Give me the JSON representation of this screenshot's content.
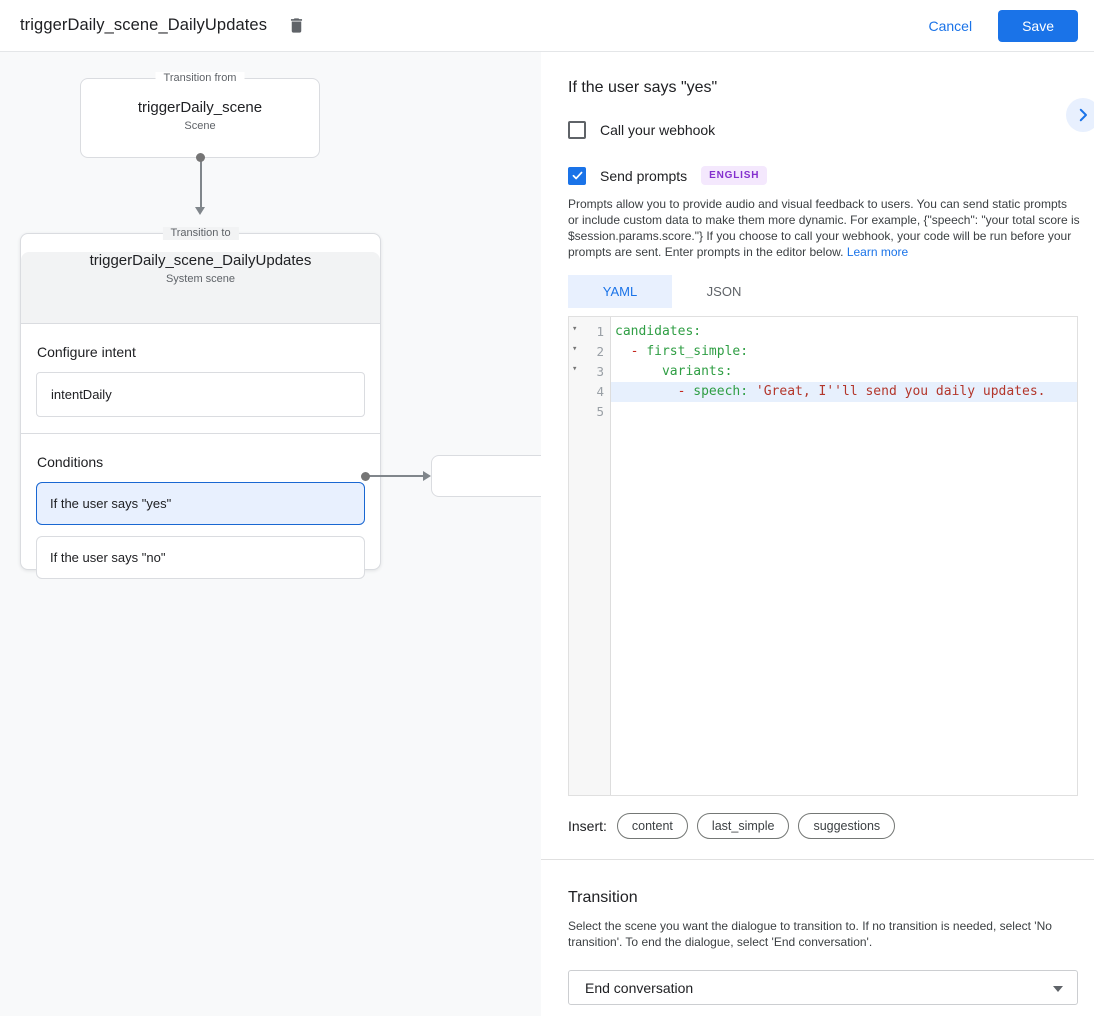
{
  "header": {
    "title": "triggerDaily_scene_DailyUpdates",
    "cancel_label": "Cancel",
    "save_label": "Save"
  },
  "colors": {
    "accent_blue": "#1a73e8",
    "selected_fill": "#e8f0fe",
    "badge_purple": "#8430ce",
    "key_green": "#2f9e44",
    "string_red": "#b3362b"
  },
  "canvas": {
    "from_node": {
      "legend": "Transition from",
      "title": "triggerDaily_scene",
      "subtitle": "Scene"
    },
    "to_node": {
      "legend": "Transition to",
      "title": "triggerDaily_scene_DailyUpdates",
      "subtitle": "System scene",
      "intent_section_label": "Configure intent",
      "intent_value": "intentDaily",
      "conditions_label": "Conditions",
      "conditions": [
        {
          "label": "If the user says \"yes\"",
          "selected": true
        },
        {
          "label": "If the user says \"no\"",
          "selected": false
        }
      ]
    }
  },
  "panel": {
    "heading": "If the user says \"yes\"",
    "webhook_label": "Call your webhook",
    "send_prompts_label": "Send prompts",
    "language_badge": "ENGLISH",
    "description": "Prompts allow you to provide audio and visual feedback to users. You can send static prompts or include custom data to make them more dynamic. For example, {\"speech\": \"your total score is $session.params.score.\"} If you choose to call your webhook, your code will be run before your prompts are sent. Enter prompts in the editor below. ",
    "learn_more_label": "Learn more",
    "tabs": [
      {
        "label": "YAML",
        "active": true
      },
      {
        "label": "JSON",
        "active": false
      }
    ],
    "editor": {
      "lines": [
        {
          "fold": true,
          "active": false,
          "tokens": [
            {
              "t": "key",
              "s": "candidates:"
            }
          ]
        },
        {
          "fold": true,
          "active": false,
          "tokens": [
            {
              "t": "plain",
              "s": "  "
            },
            {
              "t": "dash",
              "s": "- "
            },
            {
              "t": "key",
              "s": "first_simple:"
            }
          ]
        },
        {
          "fold": true,
          "active": false,
          "tokens": [
            {
              "t": "plain",
              "s": "      "
            },
            {
              "t": "key",
              "s": "variants:"
            }
          ]
        },
        {
          "fold": false,
          "active": true,
          "tokens": [
            {
              "t": "plain",
              "s": "        "
            },
            {
              "t": "dash",
              "s": "- "
            },
            {
              "t": "key",
              "s": "speech:"
            },
            {
              "t": "plain",
              "s": " "
            },
            {
              "t": "string",
              "s": "'Great, I''ll send you daily updates."
            }
          ]
        },
        {
          "fold": false,
          "active": false,
          "tokens": []
        }
      ]
    },
    "insert_label": "Insert:",
    "insert_chips": [
      "content",
      "last_simple",
      "suggestions"
    ],
    "transition": {
      "heading": "Transition",
      "description": "Select the scene you want the dialogue to transition to. If no transition is needed, select 'No transition'. To end the dialogue, select 'End conversation'.",
      "selected_value": "End conversation"
    }
  }
}
